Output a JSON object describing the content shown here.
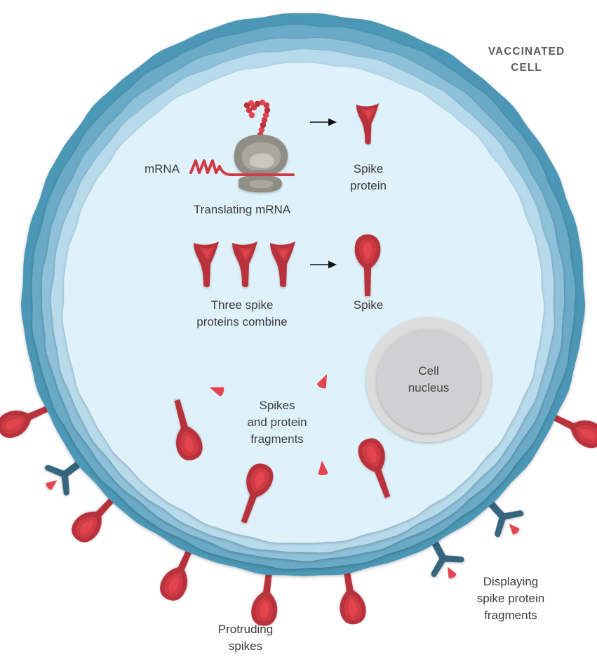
{
  "diagram": {
    "title": "VACCINATED\nCELL",
    "labels": {
      "mrna": "mRNA",
      "translating": "Translating mRNA",
      "spike_protein": "Spike\nprotein",
      "three_combine": "Three spike\nproteins combine",
      "spike": "Spike",
      "nucleus": "Cell\nnucleus",
      "fragments": "Spikes\nand protein\nfragments",
      "protruding": "Protruding\nspikes",
      "displaying": "Displaying\nspike protein\nfragments"
    },
    "colors": {
      "membrane_outer": "#4b97b5",
      "membrane_2": "#6aaac6",
      "membrane_3": "#8fc2da",
      "membrane_4": "#b7dbeb",
      "cytoplasm": "#dff1fb",
      "spike_dark": "#b8313a",
      "spike_mid": "#cf3a44",
      "spike_light": "#e2454d",
      "antibody": "#35667e",
      "ribosome_dark": "#8f8e86",
      "ribosome_mid": "#a9a89e",
      "ribosome_light": "#c9c8bd",
      "nucleus_outer": "#dcdcdc",
      "nucleus_inner": "#d0d0d2",
      "text": "#3c3c3c",
      "arrow": "#111111"
    }
  }
}
